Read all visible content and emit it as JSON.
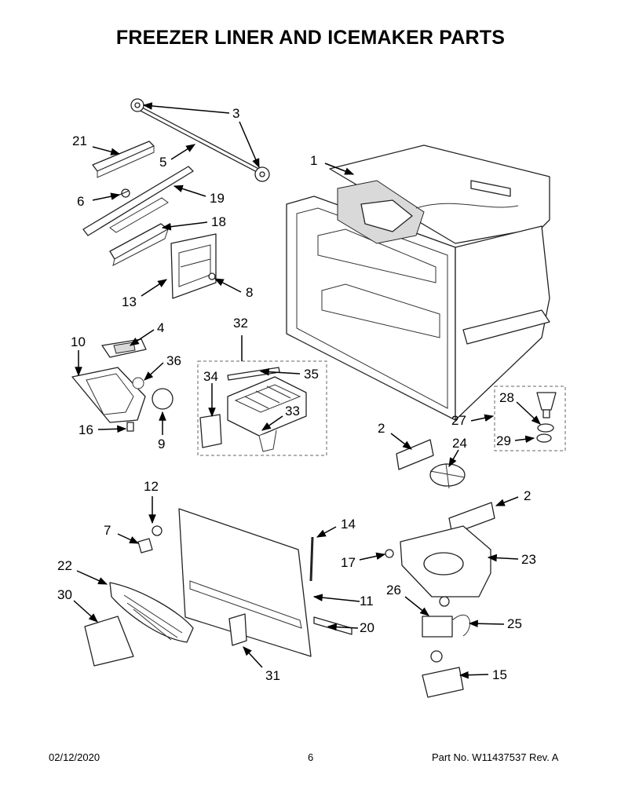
{
  "title": "FREEZER LINER AND ICEMAKER PARTS",
  "callouts": [
    "1",
    "2",
    "2",
    "3",
    "4",
    "5",
    "6",
    "7",
    "8",
    "9",
    "10",
    "11",
    "12",
    "13",
    "14",
    "15",
    "16",
    "17",
    "18",
    "19",
    "20",
    "21",
    "22",
    "23",
    "24",
    "25",
    "26",
    "27",
    "28",
    "29",
    "30",
    "31",
    "32",
    "33",
    "34",
    "35",
    "36"
  ],
  "footer": {
    "date": "02/12/2020",
    "page": "6",
    "part_number": "Part No.  W11437537  Rev.  A"
  }
}
